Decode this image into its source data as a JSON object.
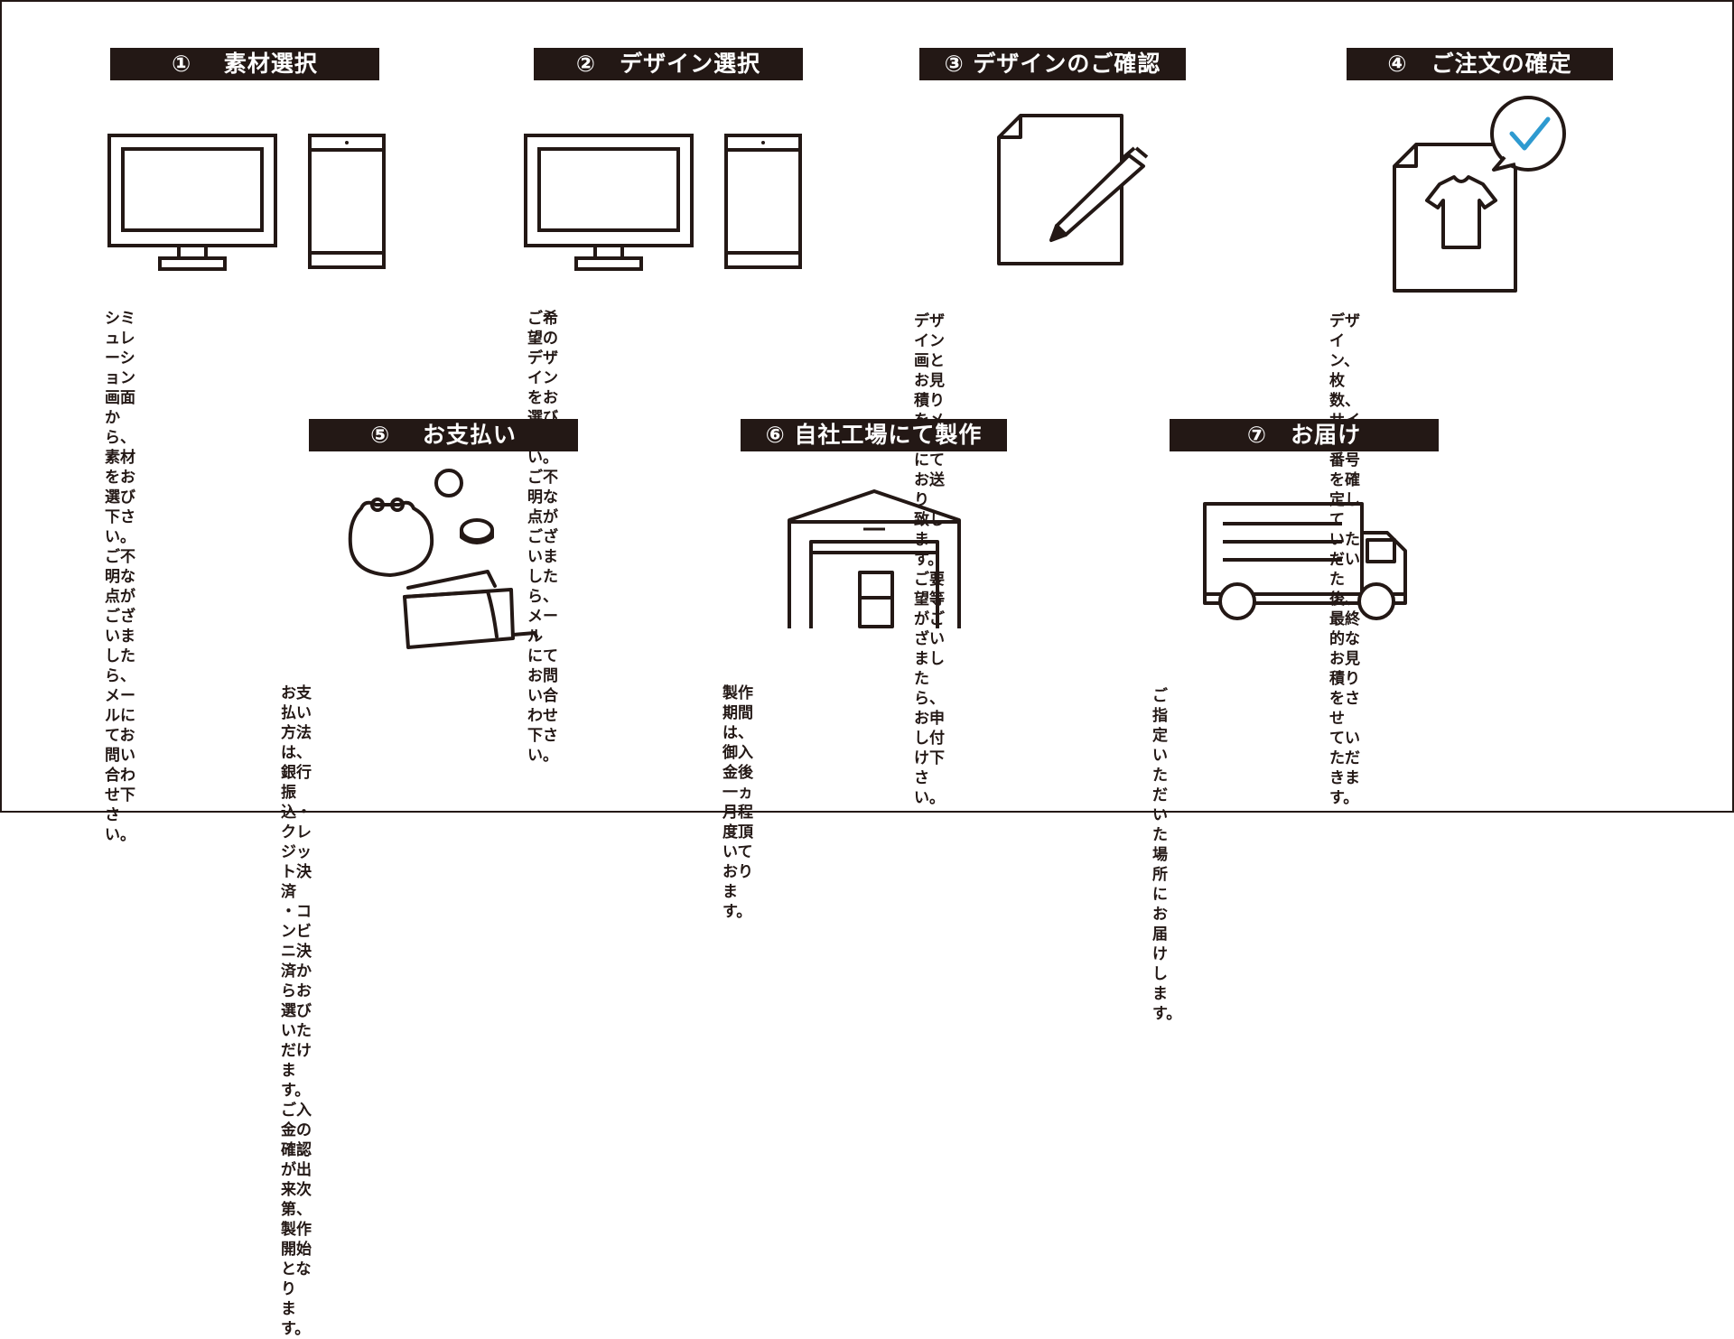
{
  "colors": {
    "ink": "#231815",
    "accent": "#2e9ad0",
    "background": "#ffffff"
  },
  "steps": [
    {
      "label": "①　 素材選択",
      "icon": "monitor-and-smartphone-icon",
      "description": "シミュレーション画面から、素材をお選び\n下さい。　ご不明な点がございましたら、\nメールにてお問い合わせ下さい。"
    },
    {
      "label": "②　デザイン選択",
      "icon": "monitor-and-smartphone-icon",
      "description": "ご希望のデザインをお選び下さい。\nご不明な点がございましたら、メール\nにてお問い合わせ下さい。"
    },
    {
      "label": "③ デザインのご確認",
      "icon": "document-pen-icon",
      "description": "デザイン画とお見積りをメールにてお送り\n致します。ご要望等がございましたら、お申\nし付け下さい。"
    },
    {
      "label": "④　ご注文の確定",
      "icon": "tshirt-document-checkmark-icon",
      "description": "デザイン、枚数、サイズ、番号を確定して\nいただいた後、最終的なお見積りをさせ\nていただきます。"
    },
    {
      "label": "⑤　 お支払い",
      "icon": "purse-coins-wallet-icon",
      "description": "お支払い方法は、銀行振込・クレジット決済\n・コンビニ決済からお選びいただけます。\nご入金の確認が出来次第、製作開始となり\nます。"
    },
    {
      "label": "⑥ 自社工場にて製作",
      "icon": "factory-icon",
      "description": "製作期間は、御入金後一ヵ月程度頂いて\nおります。"
    },
    {
      "label": "⑦　お届け",
      "icon": "delivery-truck-icon",
      "description": "ご指定いただいた場所にお届けします。"
    }
  ]
}
